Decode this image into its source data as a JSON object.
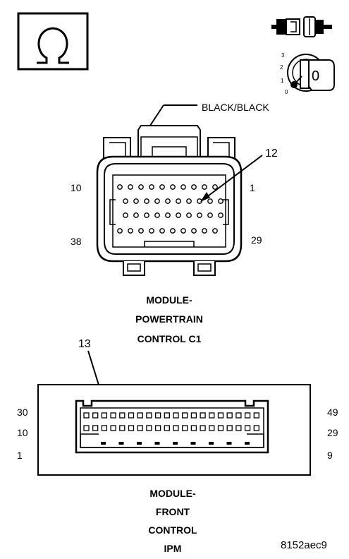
{
  "connector_c1": {
    "wire_color": "BLACK/BLACK",
    "pin_called_out": "12",
    "pin_top_left": "10",
    "pin_top_right": "1",
    "pin_bottom_left": "38",
    "pin_bottom_right": "29",
    "title_lines": [
      "MODULE-",
      "POWERTRAIN",
      "CONTROL C1"
    ]
  },
  "connector_ipm": {
    "pin_called_out": "13",
    "pin_row1_left": "30",
    "pin_row1_right": "49",
    "pin_row2_left": "10",
    "pin_row2_right": "29",
    "pin_row3_left": "1",
    "pin_row3_right": "9",
    "title_lines": [
      "MODULE-",
      "FRONT",
      "CONTROL",
      "IPM"
    ]
  },
  "ignition": {
    "positions": [
      "3",
      "2",
      "1",
      "0"
    ],
    "key_label": "0"
  },
  "reference_code": "8152aec9",
  "icons": {
    "meter": "ohmmeter-icon",
    "connector": "disconnected-connector-icon",
    "key": "ignition-key-icon"
  }
}
